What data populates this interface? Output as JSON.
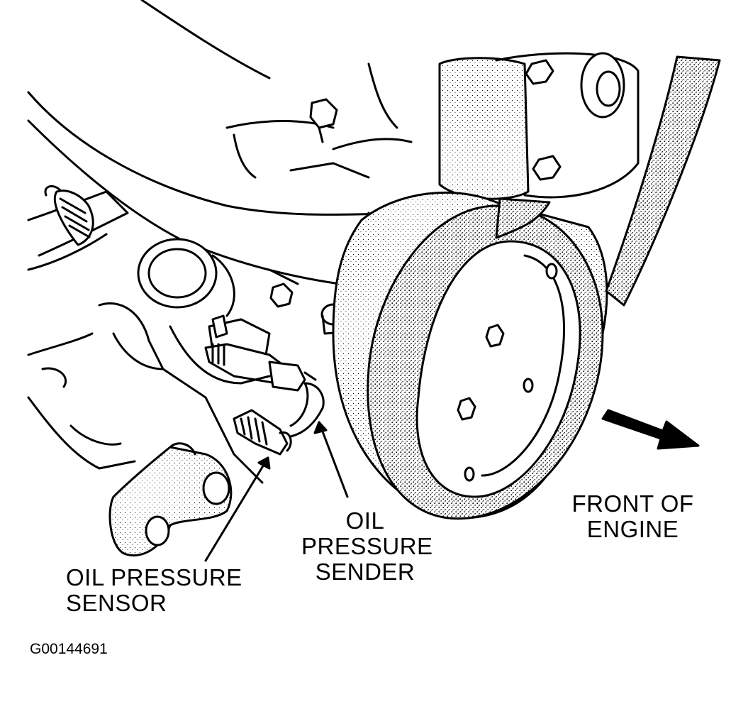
{
  "labels": {
    "oil_pressure_sensor": [
      "OIL PRESSURE",
      "SENSOR"
    ],
    "oil_pressure_sender": [
      "OIL",
      "PRESSURE",
      "SENDER"
    ],
    "front_of_engine": [
      "FRONT OF",
      "ENGINE"
    ]
  },
  "figure_id": "G00144691",
  "colors": {
    "ink": "#000000",
    "paper": "#ffffff"
  }
}
